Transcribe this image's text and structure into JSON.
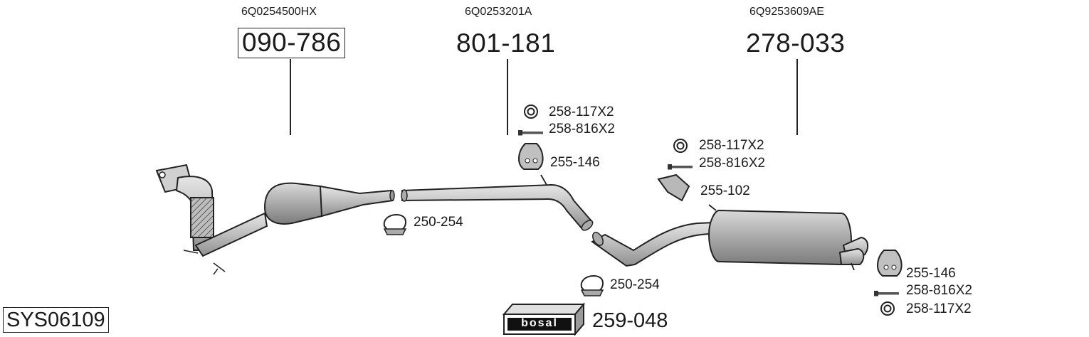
{
  "system_id": "SYS06109",
  "groups": [
    {
      "oem": "6Q0254500HX",
      "part": "090-786"
    },
    {
      "oem": "6Q0253201A",
      "part": "801-181"
    },
    {
      "oem": "6Q9253609AE",
      "part": "278-033"
    }
  ],
  "accessories": {
    "a1": "258-117X2",
    "a2": "258-816X2",
    "a3": "255-146",
    "b1": "258-117X2",
    "b2": "258-816X2",
    "b3": "255-102",
    "c1": "250-254",
    "c2": "250-254",
    "d1": "255-146",
    "d2": "258-816X2",
    "d3": "258-117X2"
  },
  "brand": {
    "logo_text": "bosal",
    "part": "259-048"
  }
}
